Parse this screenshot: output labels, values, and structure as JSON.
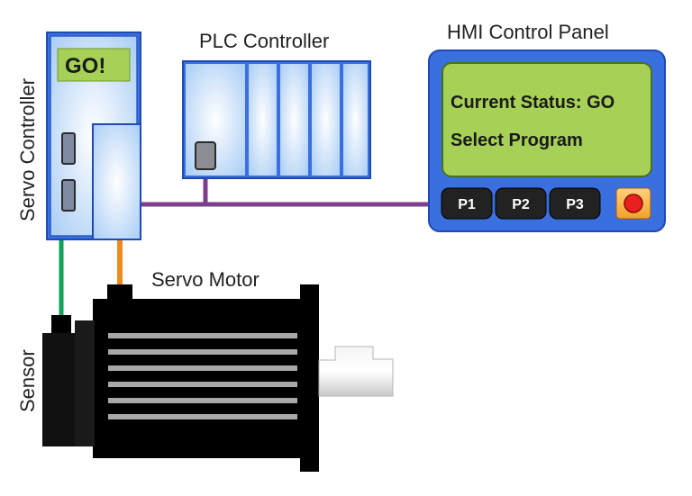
{
  "labels": {
    "plc": "PLC Controller",
    "hmi": "HMI Control Panel",
    "servo_controller": "Servo Controller",
    "servo_motor": "Servo Motor",
    "sensor": "Sensor"
  },
  "servo_controller": {
    "display": "GO!"
  },
  "hmi": {
    "line1": "Current Status: GO",
    "line2": "Select Program",
    "buttons": [
      "P1",
      "P2",
      "P3"
    ]
  },
  "colors": {
    "device_blue": "#3a6fe0",
    "device_light": "#d4e6fb",
    "lcd_green": "#a6d156",
    "wire_purple": "#7b3f8c",
    "wire_green": "#12a35a",
    "wire_orange": "#f08a1c",
    "stop_button": "#e8201e"
  }
}
